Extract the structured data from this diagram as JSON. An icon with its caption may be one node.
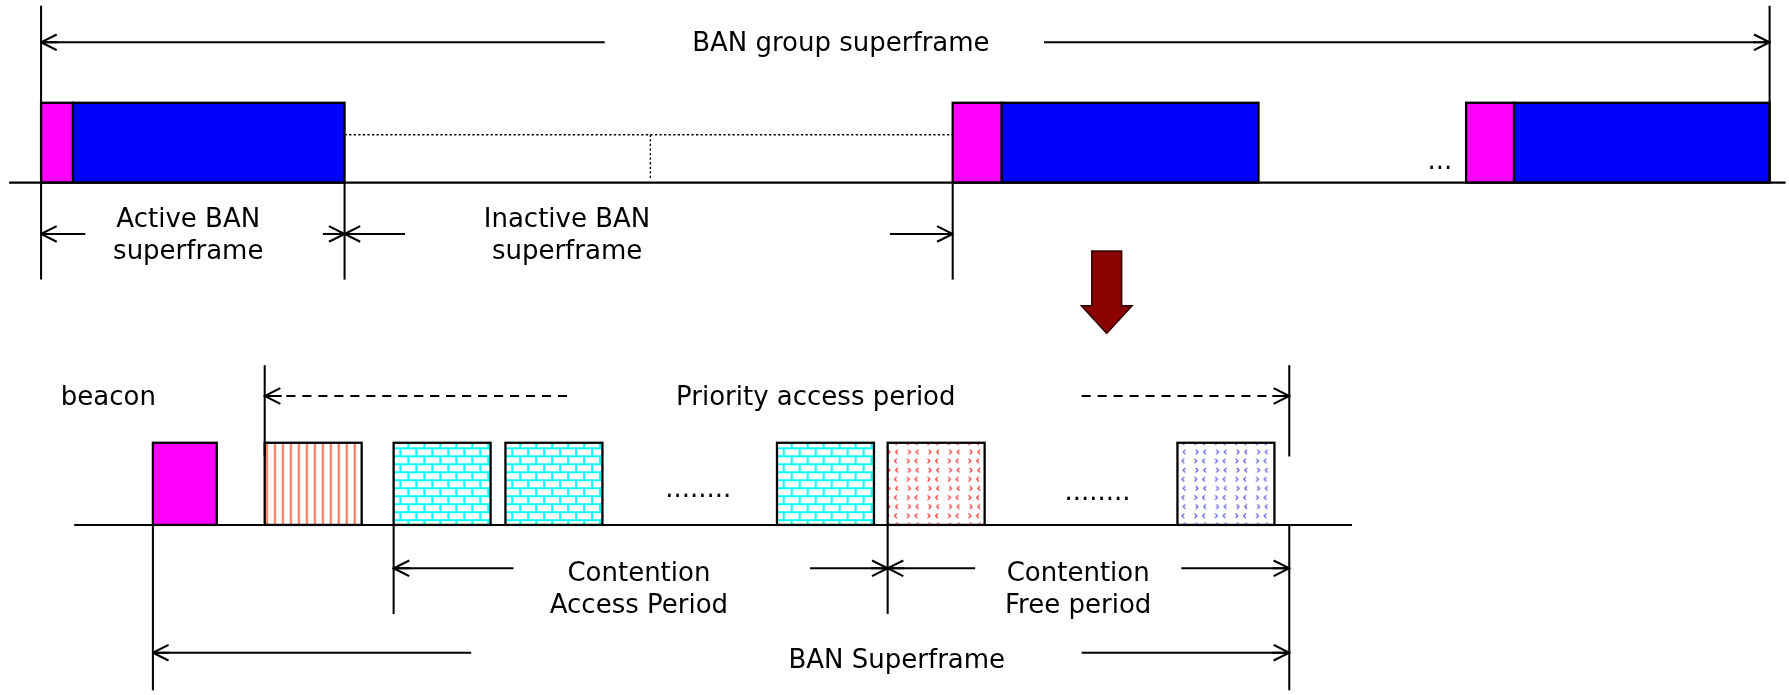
{
  "diagram": {
    "labels": [
      "BAN group superframe",
      "...",
      "Active BAN superframe",
      "Inactive BAN superframe",
      "beacon",
      "Priority access period",
      "........",
      "........",
      "Contention Access Period",
      "Contention Free period",
      "BAN Superframe"
    ]
  }
}
